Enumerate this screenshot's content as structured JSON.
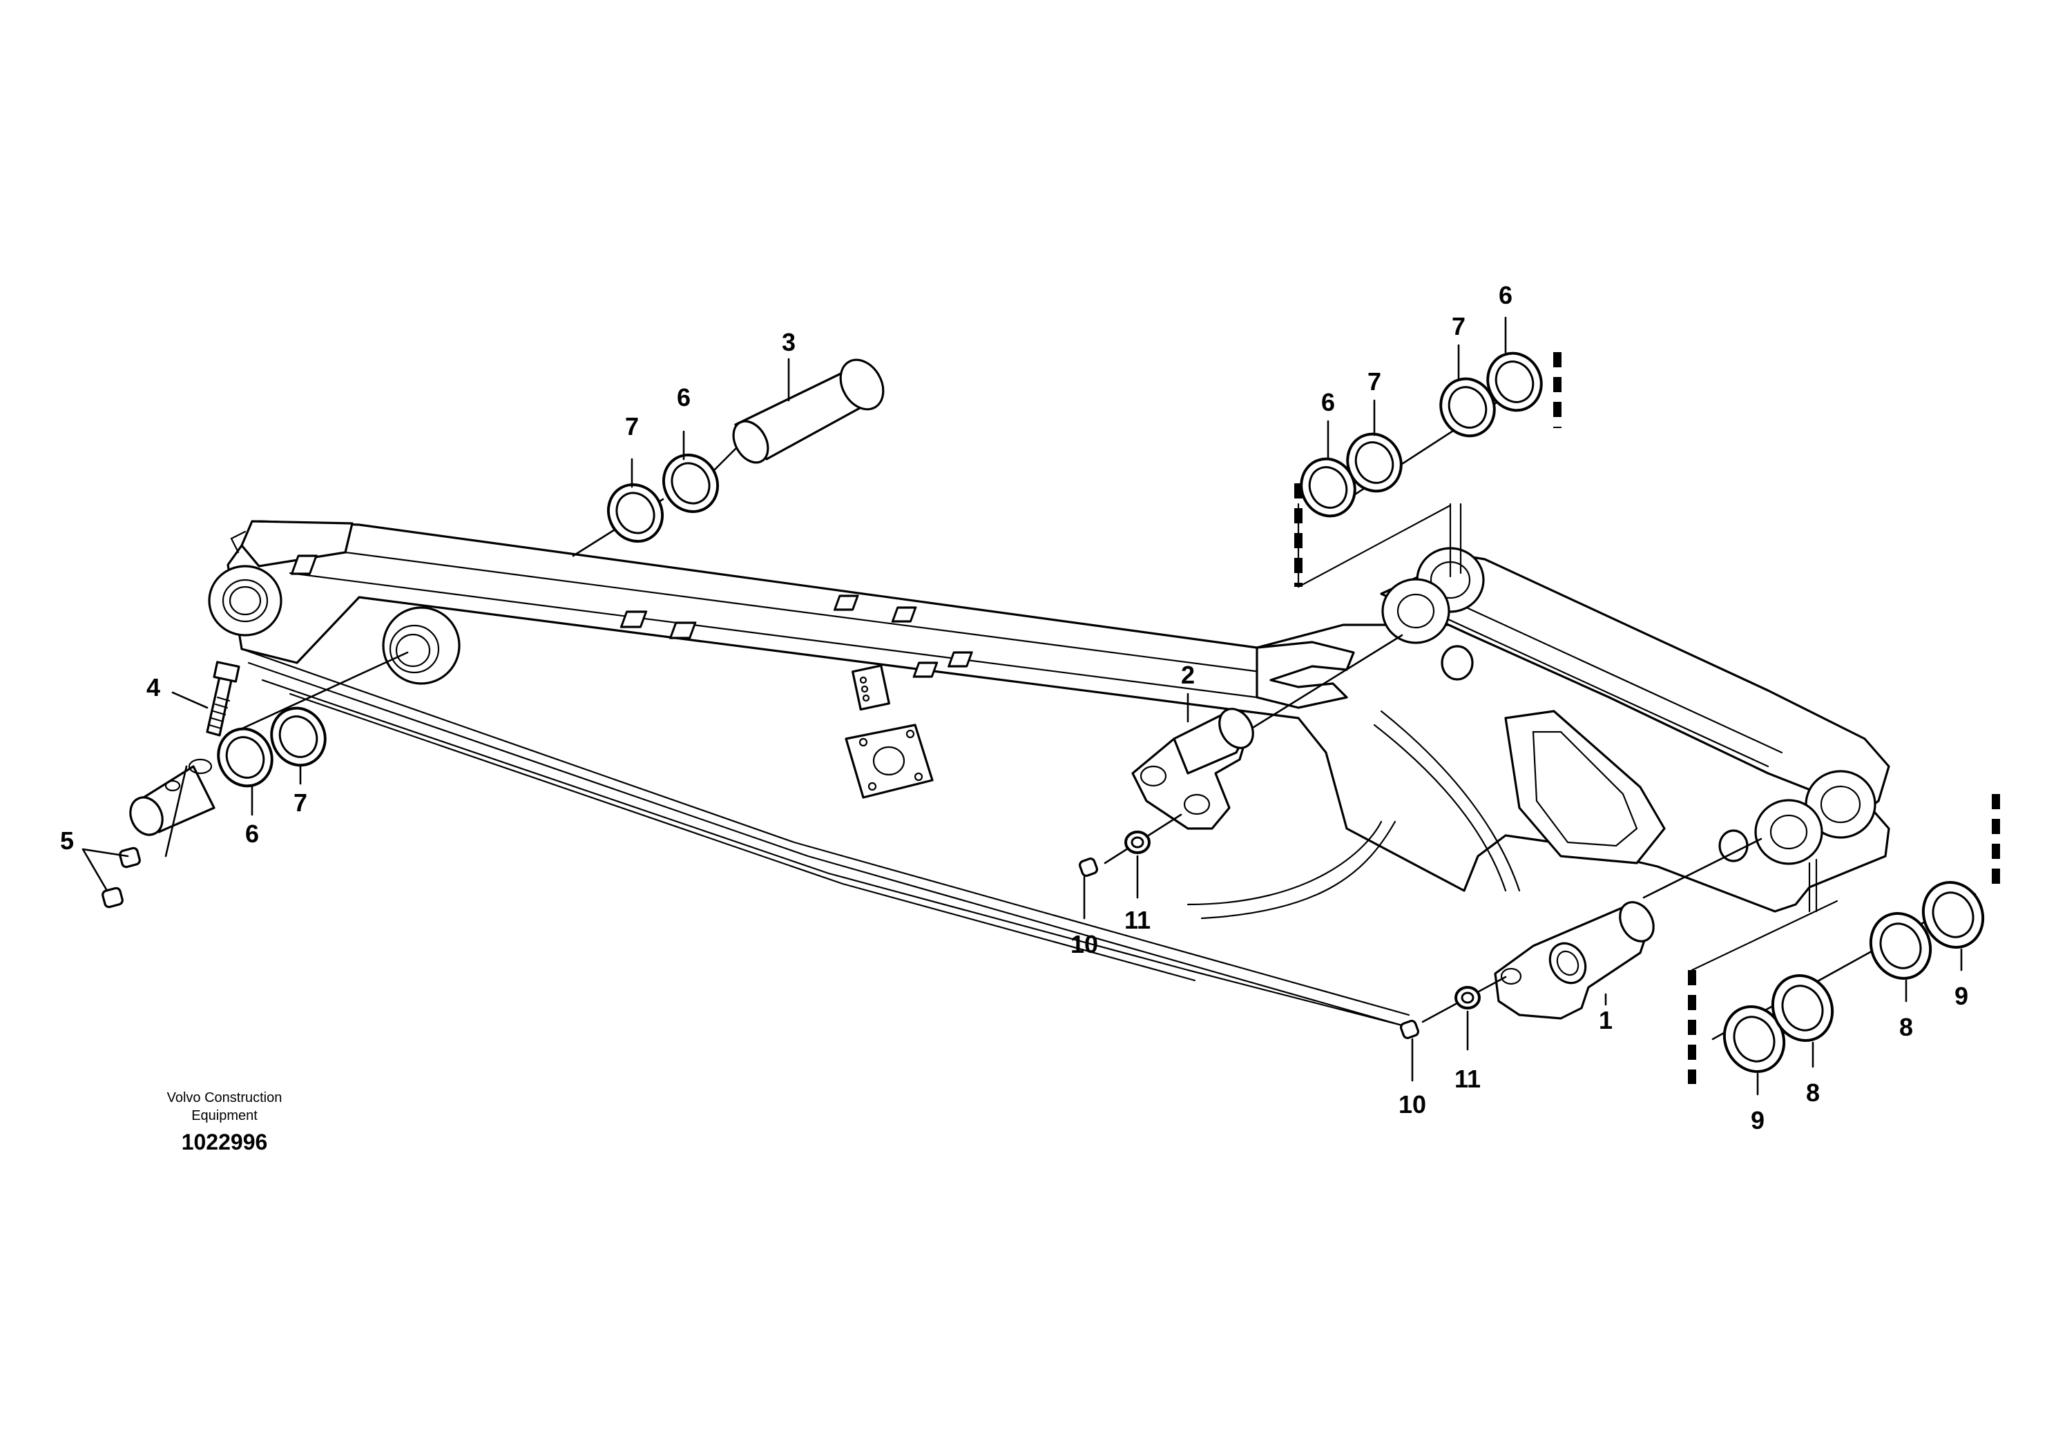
{
  "caption": {
    "brand_line1": "Volvo Construction",
    "brand_line2": "Equipment",
    "drawing_number": "1022996"
  },
  "callouts": [
    {
      "id": "c3",
      "text": "3"
    },
    {
      "id": "c6a",
      "text": "6"
    },
    {
      "id": "c7a",
      "text": "7"
    },
    {
      "id": "c4",
      "text": "4"
    },
    {
      "id": "c5",
      "text": "5"
    },
    {
      "id": "c6b",
      "text": "6"
    },
    {
      "id": "c7b",
      "text": "7"
    },
    {
      "id": "c6c",
      "text": "6"
    },
    {
      "id": "c7c",
      "text": "7"
    },
    {
      "id": "c7d",
      "text": "7"
    },
    {
      "id": "c6d",
      "text": "6"
    },
    {
      "id": "c2",
      "text": "2"
    },
    {
      "id": "c10a",
      "text": "10"
    },
    {
      "id": "c11a",
      "text": "11"
    },
    {
      "id": "c1",
      "text": "1"
    },
    {
      "id": "c10b",
      "text": "10"
    },
    {
      "id": "c11b",
      "text": "11"
    },
    {
      "id": "c9a",
      "text": "9"
    },
    {
      "id": "c8a",
      "text": "8"
    },
    {
      "id": "c8b",
      "text": "8"
    },
    {
      "id": "c9b",
      "text": "9"
    }
  ]
}
